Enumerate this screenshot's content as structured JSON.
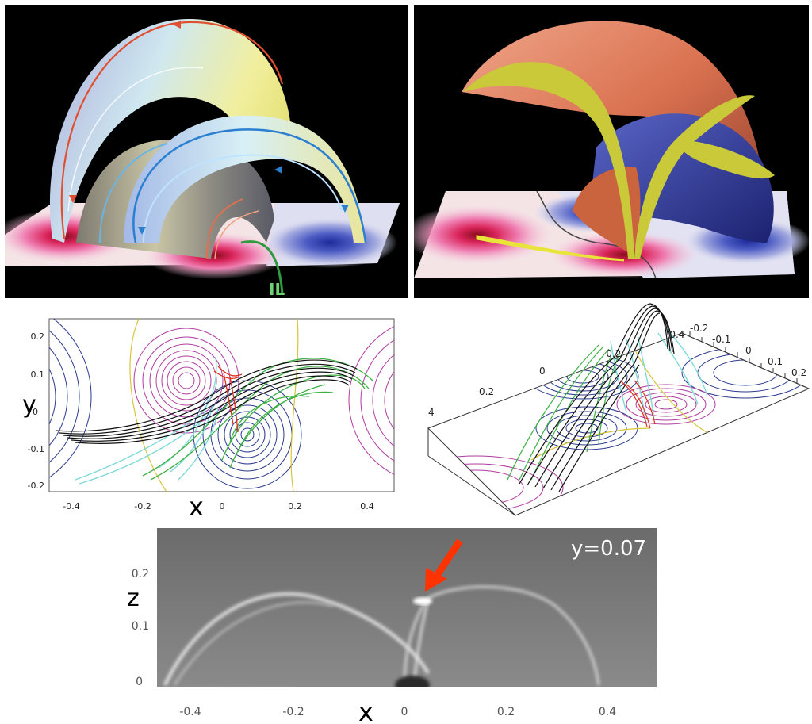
{
  "panel_top_left": {
    "label": "IL"
  },
  "panel_mid_left": {
    "y_label": "y",
    "x_label": "x",
    "y_ticks": [
      "0.2",
      "0.1",
      "0",
      "-0.1",
      "-0.2"
    ],
    "x_ticks": [
      "-0.4",
      "-0.2",
      "0",
      "0.2",
      "0.4"
    ]
  },
  "panel_mid_right": {
    "ticks_back": [
      "-0.4",
      "-0.2",
      "-0.1",
      "0",
      "0.1",
      "0.2"
    ],
    "ticks_left": [
      "-0.2",
      "0",
      "0.2",
      "4"
    ]
  },
  "panel_bottom": {
    "annotation": "y=0.07",
    "z_label": "z",
    "x_label": "x",
    "z_ticks": [
      "0.2",
      "0.1",
      "0"
    ],
    "x_ticks": [
      "-0.4",
      "-0.2",
      "0",
      "0.2",
      "0.4"
    ]
  },
  "colors": {
    "background_3d": "#000000",
    "arrow_red": "#ff3300",
    "surface_yellow": "#c8c83a",
    "surface_orange": "#d9714f",
    "surface_blue": "#2c3488",
    "contour_blue": "#2b3a8f",
    "contour_magenta": "#b03aa0",
    "contour_yellow": "#d8c53a",
    "fieldline_green": "#3cb043",
    "fieldline_cyan": "#7fd9d9",
    "fieldline_black": "#111111",
    "fieldline_red": "#e0301e"
  }
}
